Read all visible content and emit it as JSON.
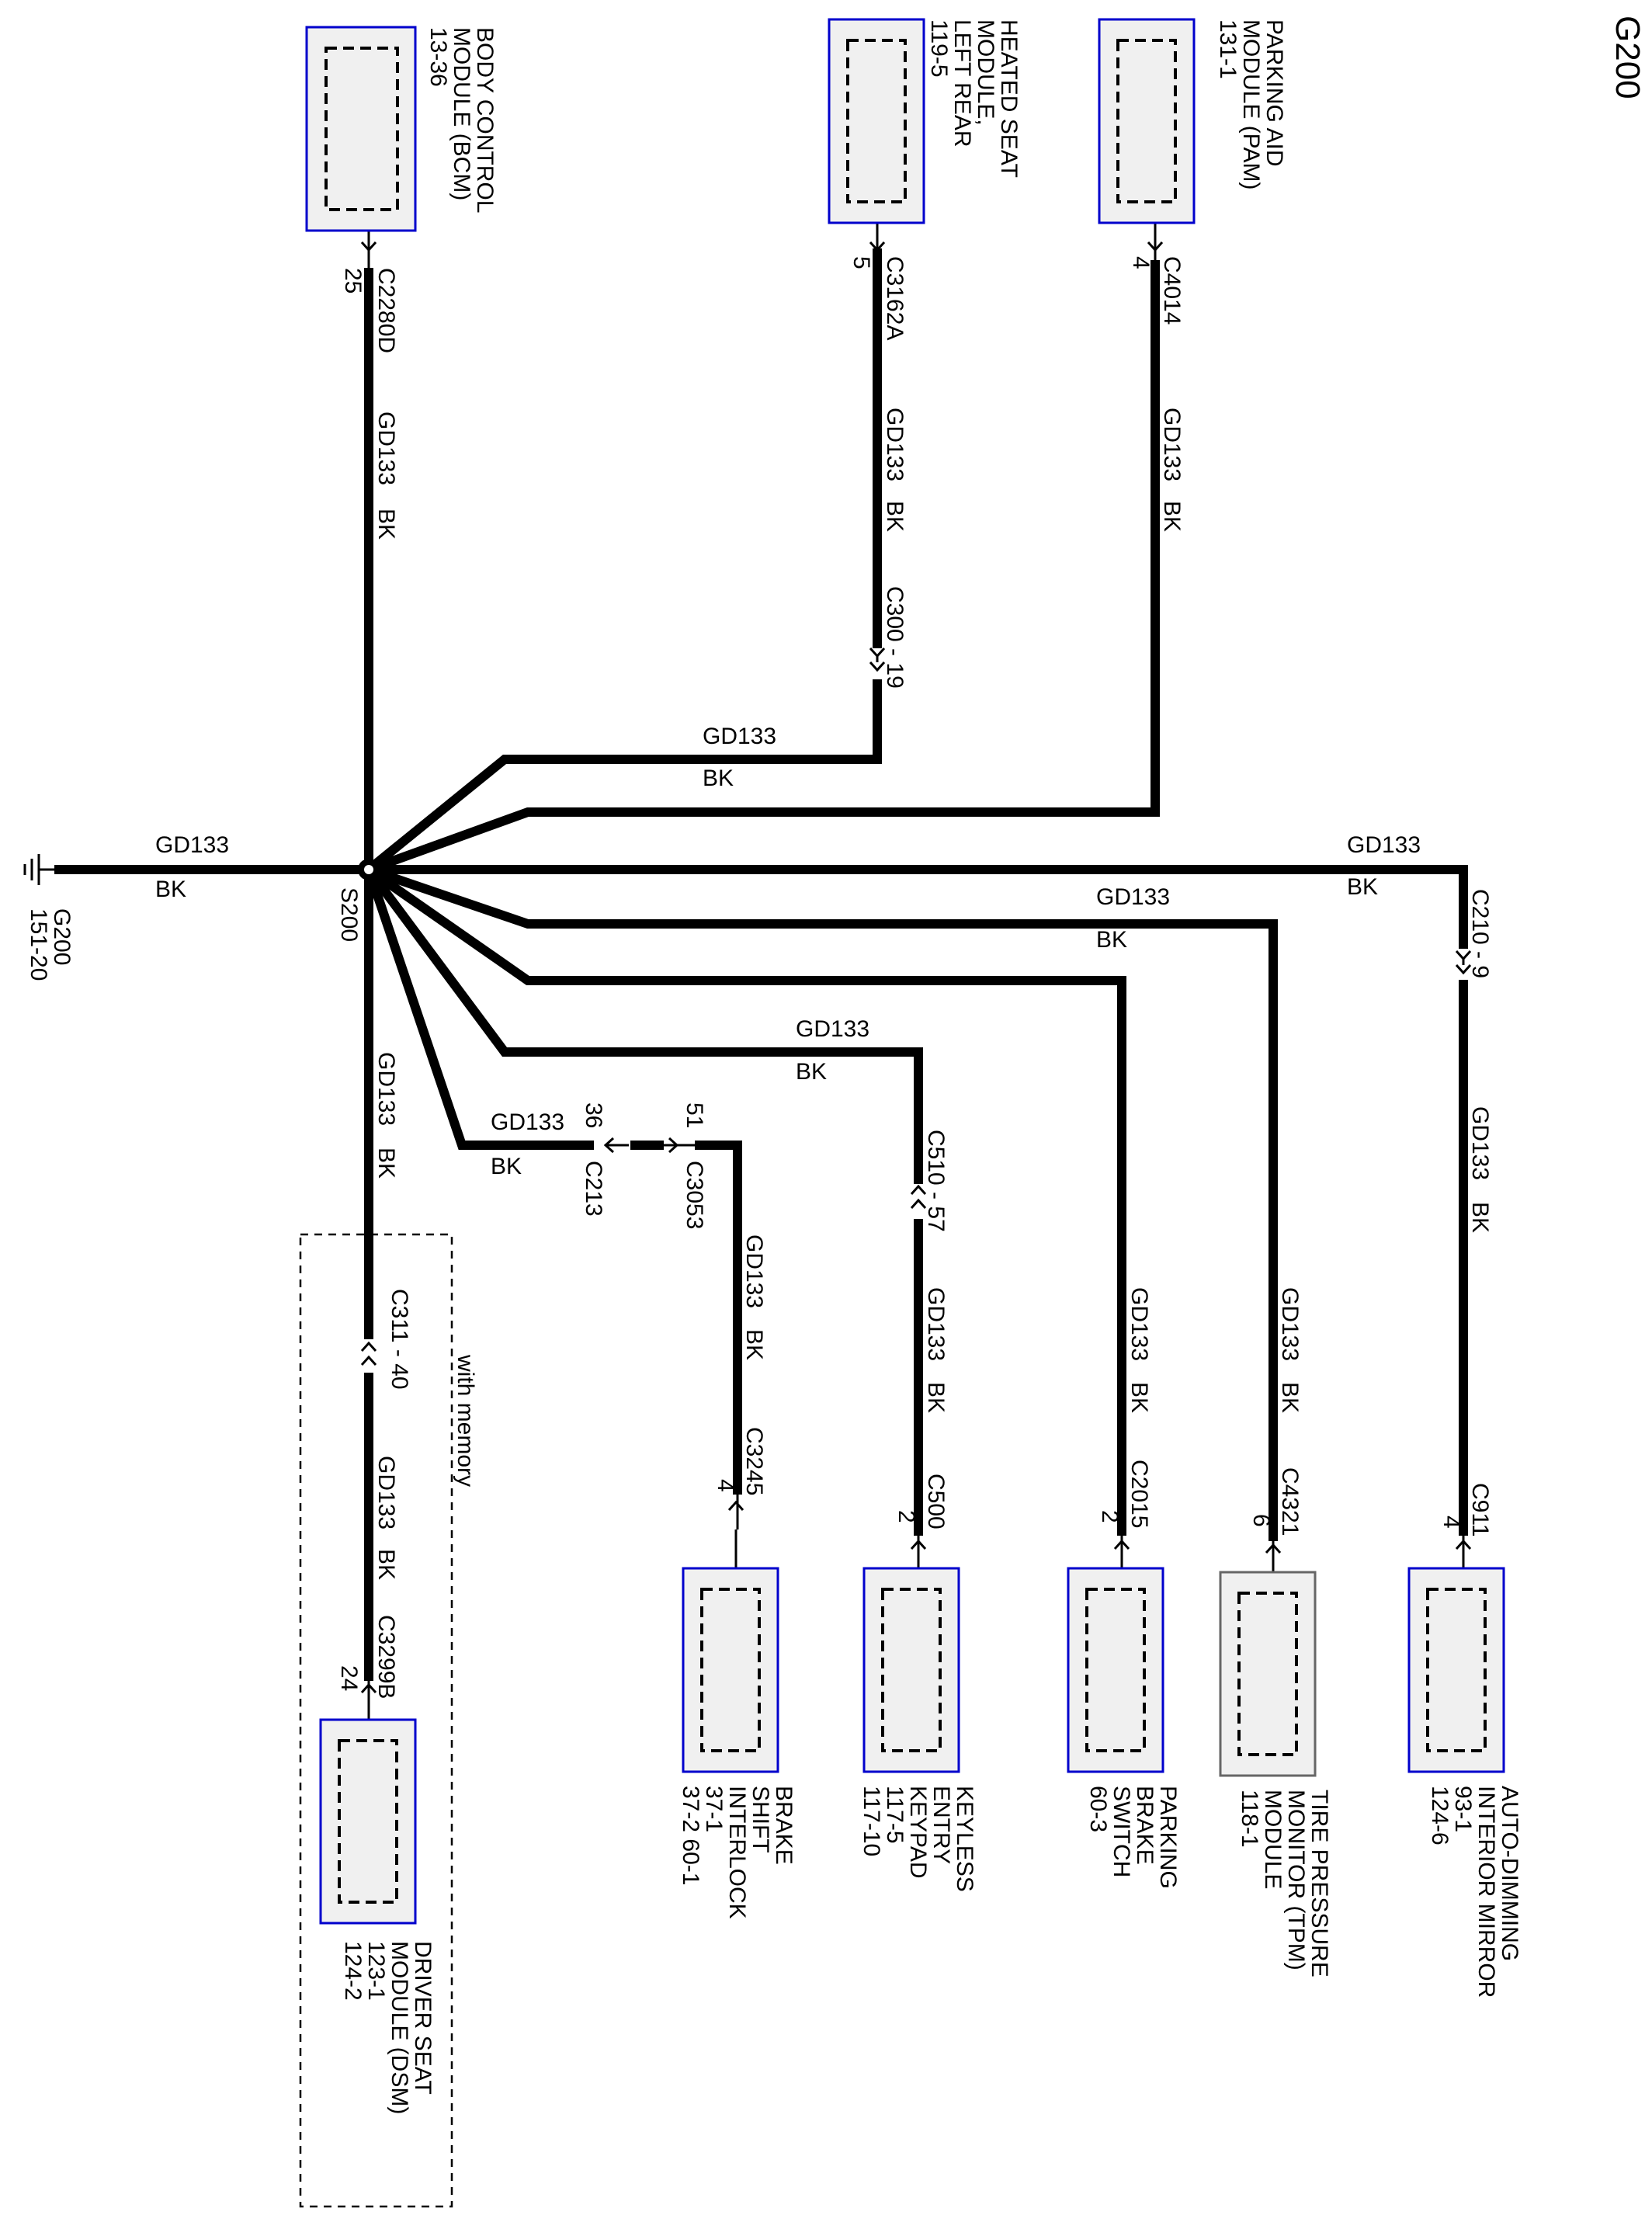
{
  "page_id": "G200",
  "ground": {
    "name": "G200",
    "ref": "151-20"
  },
  "splice": {
    "name": "S200"
  },
  "circuit": {
    "name": "GD133",
    "color": "BK"
  },
  "option_note": "with memory",
  "modules": {
    "bcm": {
      "lines": [
        "BODY CONTROL",
        "MODULE (BCM)",
        "13-36"
      ],
      "connector": "C2280D",
      "pin": "25"
    },
    "hsm": {
      "lines": [
        "HEATED SEAT",
        "MODULE,",
        "LEFT REAR",
        "119-5"
      ],
      "connector": "C3162A",
      "pin": "5",
      "inline": "C300 - 19"
    },
    "pam": {
      "lines": [
        "PARKING AID",
        "MODULE (PAM)",
        "131-1"
      ],
      "connector": "C4014",
      "pin": "4"
    },
    "dsm": {
      "lines": [
        "DRIVER SEAT",
        "MODULE (DSM)",
        "123-1",
        "124-2"
      ],
      "connector": "C3299B",
      "pin": "24",
      "inline": "C311 - 40"
    },
    "bsi": {
      "lines": [
        "BRAKE",
        "SHIFT",
        "INTERLOCK",
        "37-1",
        "37-2  60-1"
      ],
      "connector": "C3245",
      "pin": "4",
      "inline_a": "C213",
      "pin_a": "36",
      "inline_b": "C3053",
      "pin_b": "51"
    },
    "keypad": {
      "lines": [
        "KEYLESS",
        "ENTRY",
        "KEYPAD",
        "117-5",
        "117-10"
      ],
      "connector": "C500",
      "pin": "2",
      "inline": "C510 - 57"
    },
    "pbs": {
      "lines": [
        "PARKING",
        "BRAKE",
        "SWITCH",
        "60-3"
      ],
      "connector": "C2015",
      "pin": "2"
    },
    "tpm": {
      "lines": [
        "TIRE PRESSURE",
        "MONITOR (TPM)",
        "MODULE",
        "118-1"
      ],
      "connector": "C4321",
      "pin": "6"
    },
    "mirror": {
      "lines": [
        "AUTO-DIMMING",
        "INTERIOR MIRROR",
        "93-1",
        "124-6"
      ],
      "connector": "C911",
      "pin": "4",
      "inline": "C210 - 9"
    }
  }
}
